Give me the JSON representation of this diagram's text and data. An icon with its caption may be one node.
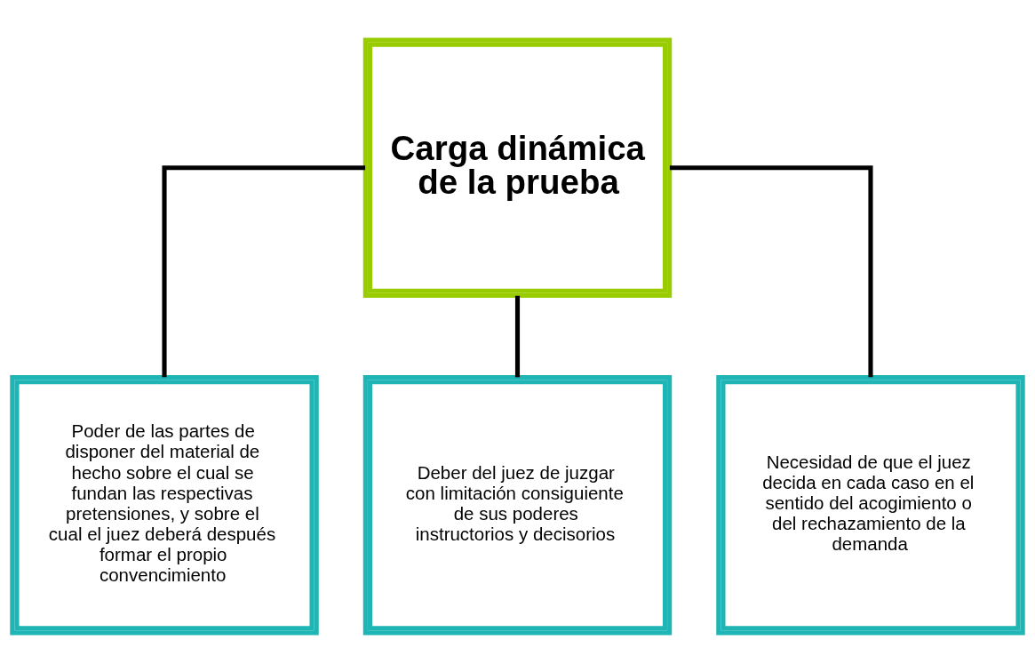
{
  "diagram": {
    "nodes": [
      {
        "text": [
          "Carga dinámica de la prueba"
        ]
      },
      {
        "text": [
          "Poder de las partes de disponer del material de hecho sobre el cual se fundan las respectivas pretensiones, y sobre el cual el juez deberá después formar el propio convencimiento"
        ]
      },
      {
        "text": [
          "Deber del juez de juzgar con limitación consiguiente de sus poderes instructorios y decisorios"
        ]
      },
      {
        "text": [
          "Necesidad de que el juez decida en cada caso en el sentido del acogimiento o del rechazamiento de la demanda"
        ]
      }
    ],
    "edges": [
      {
        "from": 0,
        "to": 1,
        "arrow": "none"
      },
      {
        "from": 0,
        "to": 2,
        "arrow": "none"
      },
      {
        "from": 0,
        "to": 3,
        "arrow": "none"
      }
    ]
  }
}
